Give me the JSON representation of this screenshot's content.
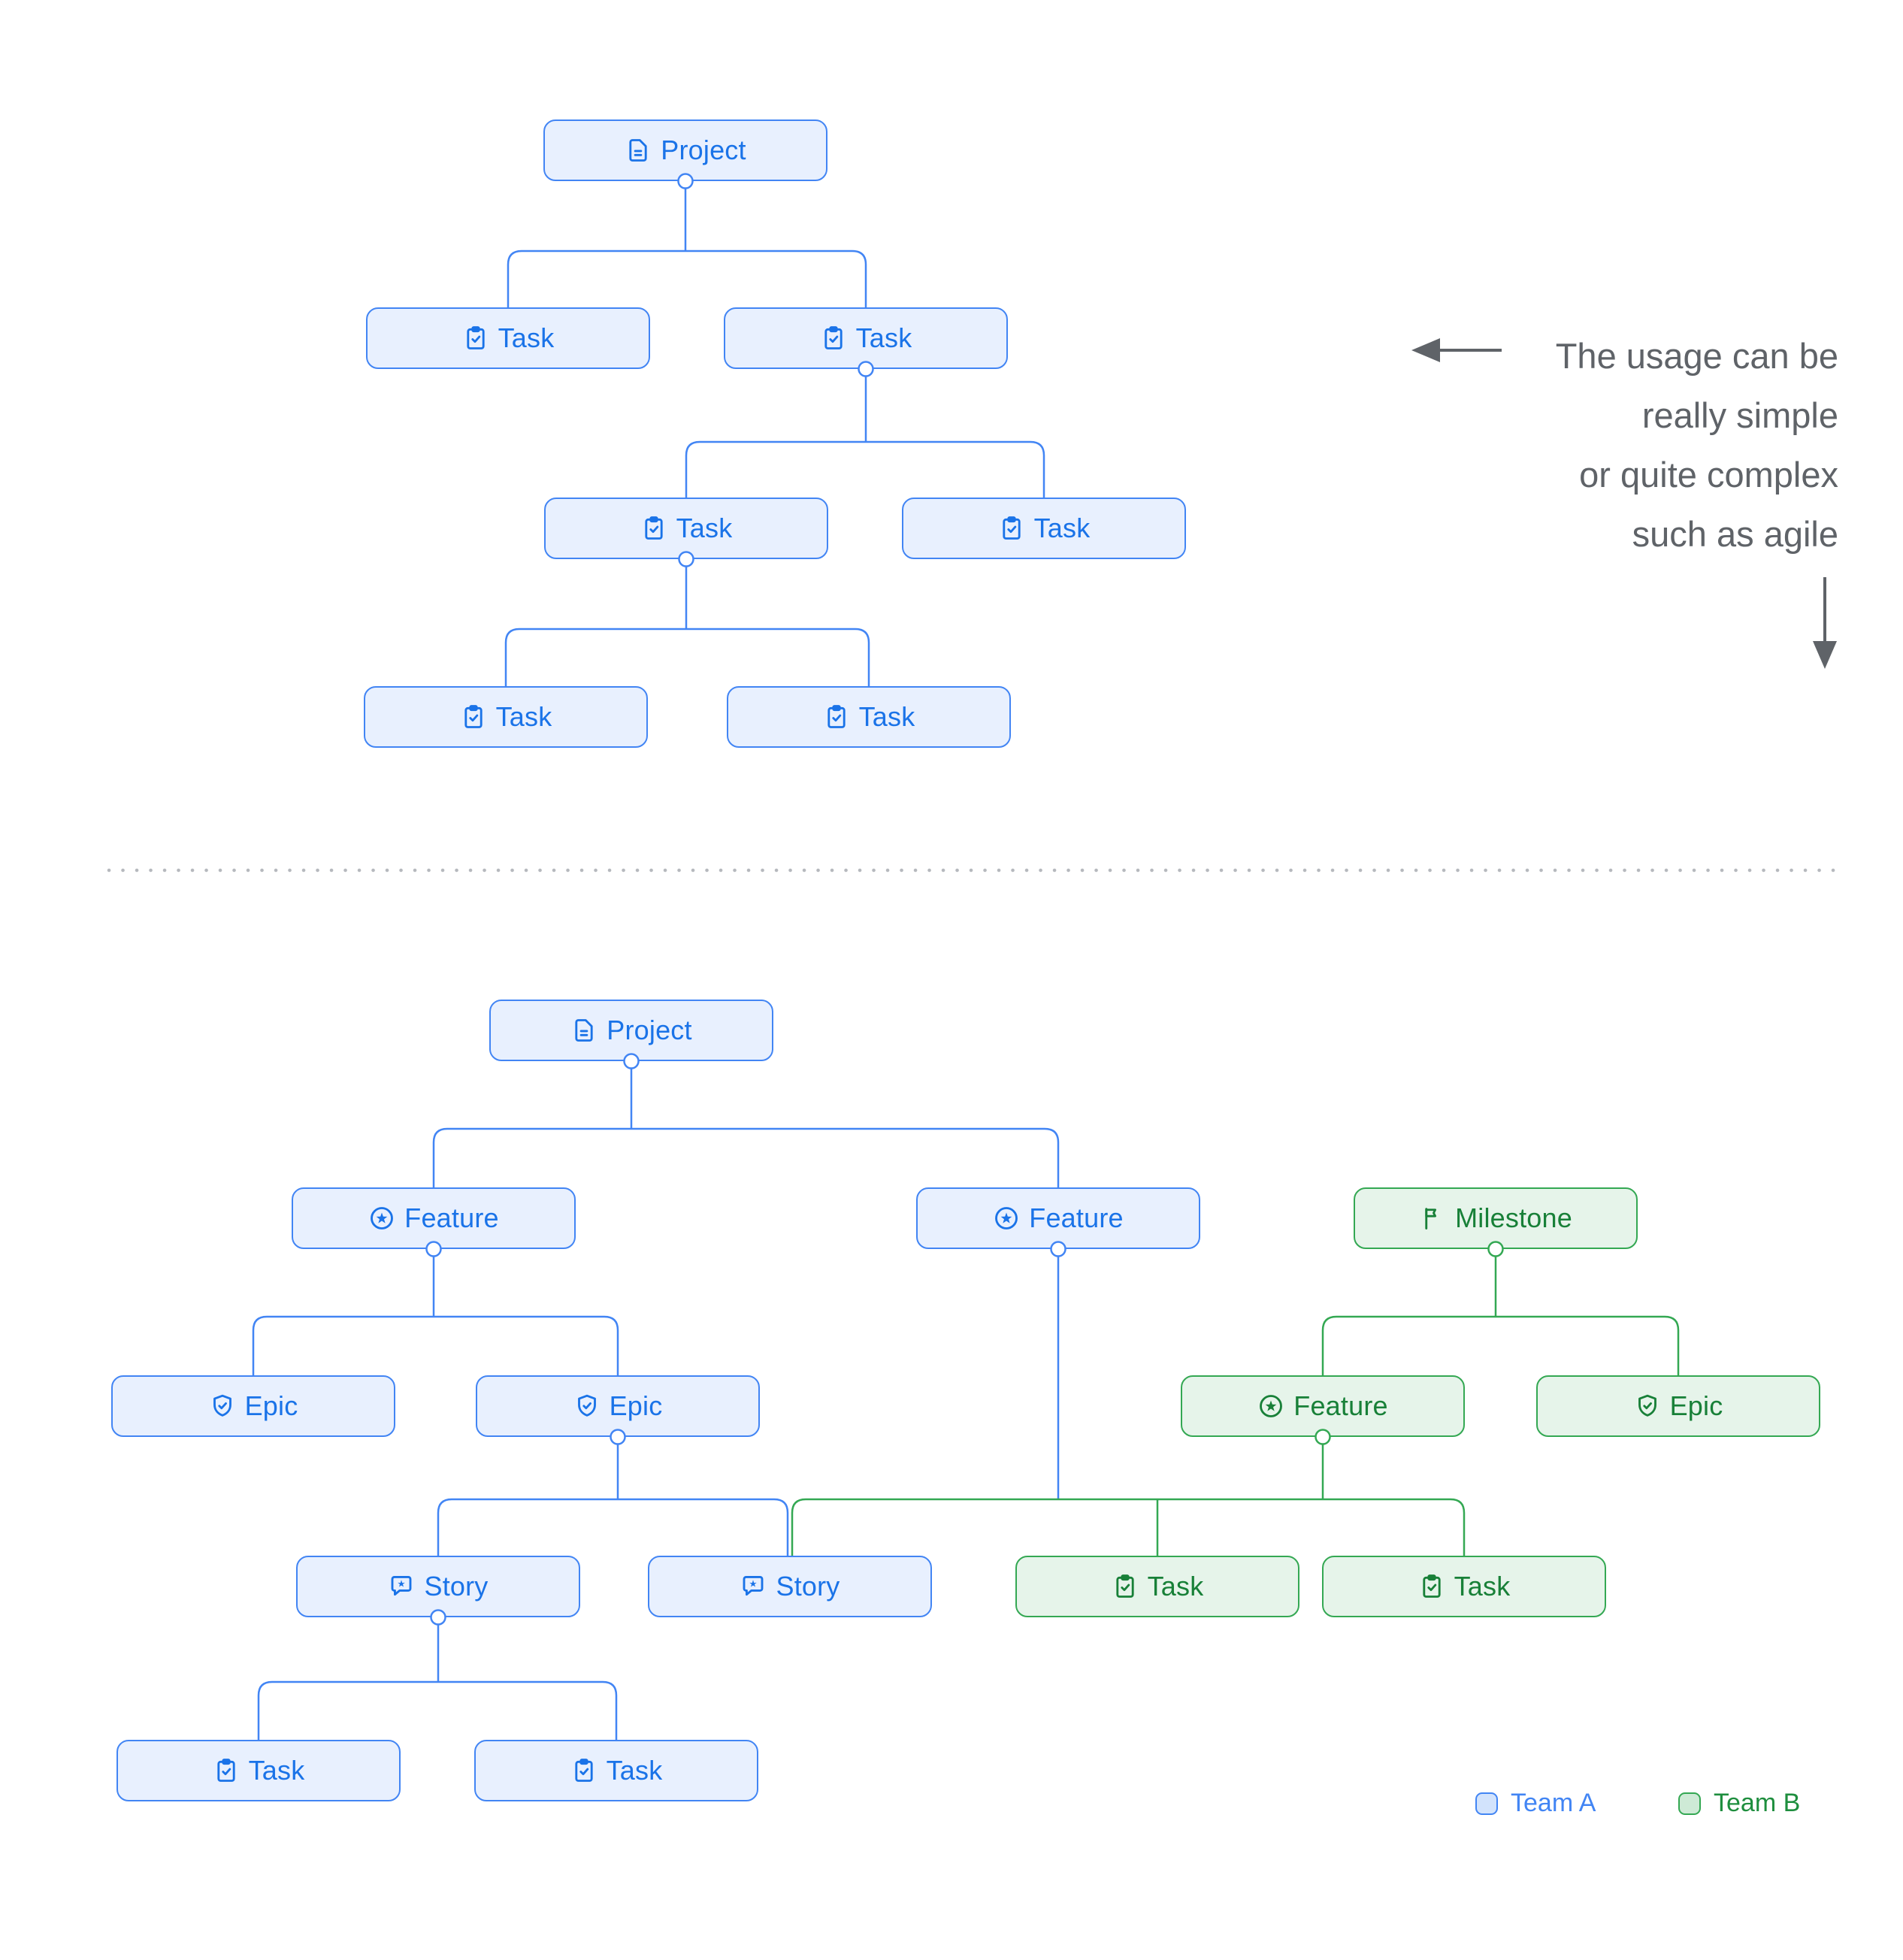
{
  "annotation": {
    "lines": [
      "The usage can be",
      "really simple",
      "or quite complex",
      "such as agile"
    ],
    "text_color": "#5f6368"
  },
  "legend": [
    {
      "label": "Team A",
      "color": "#4285f4"
    },
    {
      "label": "Team B",
      "color": "#1e8e3e"
    }
  ],
  "colors": {
    "team_a_fill": "#e8f0fe",
    "team_a_border": "#4285f4",
    "team_a_text": "#1a73e8",
    "team_b_fill": "#e6f4ea",
    "team_b_border": "#34a853",
    "team_b_text": "#188038",
    "annotation_gray": "#5f6368",
    "divider_dots": "#b6b9be"
  },
  "simple_tree": {
    "nodes": [
      {
        "label": "Project",
        "type": "project",
        "team": "Team A"
      },
      {
        "label": "Task",
        "type": "task",
        "team": "Team A"
      },
      {
        "label": "Task",
        "type": "task",
        "team": "Team A"
      },
      {
        "label": "Task",
        "type": "task",
        "team": "Team A"
      },
      {
        "label": "Task",
        "type": "task",
        "team": "Team A"
      },
      {
        "label": "Task",
        "type": "task",
        "team": "Team A"
      },
      {
        "label": "Task",
        "type": "task",
        "team": "Team A"
      }
    ],
    "edges": [
      [
        0,
        1
      ],
      [
        0,
        2
      ],
      [
        2,
        3
      ],
      [
        2,
        4
      ],
      [
        3,
        5
      ],
      [
        3,
        6
      ]
    ]
  },
  "agile_tree": {
    "nodes": [
      {
        "label": "Project",
        "type": "project",
        "team": "Team A"
      },
      {
        "label": "Feature",
        "type": "feature",
        "team": "Team A"
      },
      {
        "label": "Feature",
        "type": "feature",
        "team": "Team A"
      },
      {
        "label": "Milestone",
        "type": "milestone",
        "team": "Team B"
      },
      {
        "label": "Epic",
        "type": "epic",
        "team": "Team A"
      },
      {
        "label": "Epic",
        "type": "epic",
        "team": "Team A"
      },
      {
        "label": "Feature",
        "type": "feature",
        "team": "Team B"
      },
      {
        "label": "Epic",
        "type": "epic",
        "team": "Team B"
      },
      {
        "label": "Story",
        "type": "story",
        "team": "Team A"
      },
      {
        "label": "Story",
        "type": "story",
        "team": "Team A"
      },
      {
        "label": "Task",
        "type": "task",
        "team": "Team B"
      },
      {
        "label": "Task",
        "type": "task",
        "team": "Team B"
      },
      {
        "label": "Task",
        "type": "task",
        "team": "Team A"
      },
      {
        "label": "Task",
        "type": "task",
        "team": "Team A"
      }
    ],
    "edges": [
      [
        0,
        1
      ],
      [
        0,
        2
      ],
      [
        1,
        4
      ],
      [
        1,
        5
      ],
      [
        3,
        6
      ],
      [
        3,
        7
      ],
      [
        5,
        8
      ],
      [
        5,
        9
      ],
      [
        2,
        9
      ],
      [
        2,
        10
      ],
      [
        2,
        11
      ],
      [
        6,
        9
      ],
      [
        6,
        10
      ],
      [
        6,
        11
      ],
      [
        8,
        12
      ],
      [
        8,
        13
      ]
    ]
  }
}
